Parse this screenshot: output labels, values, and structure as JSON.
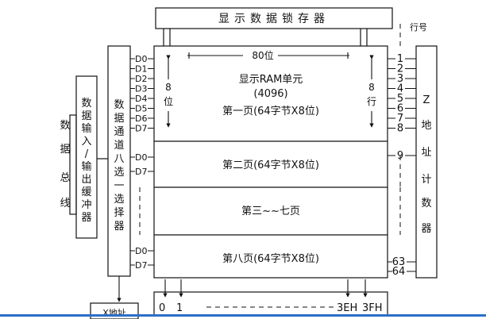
{
  "latch_title": "显示数据锁存器",
  "row_number_label": "行号",
  "data_bus_label": "数据总线",
  "io_buffer_label": "数据输入/输出缓冲器",
  "channel_selector_label": "数据通道八选一选择器",
  "z_counter_label": "Z地址计数器",
  "x_address_label": "X地址",
  "ram": {
    "width_label": "80位",
    "title_line1": "显示RAM单元",
    "title_line2": "(4096)",
    "left_bits_num": "8",
    "left_bits_unit": "位",
    "right_bits_num": "8",
    "right_bits_unit": "行",
    "page1": "第一页(64字节X8位)",
    "page2": "第二页(64字节X8位)",
    "page3_7": "第三~~七页",
    "page8": "第八页(64字节X8位)"
  },
  "data_lines_full": [
    "D0",
    "D1",
    "D2",
    "D3",
    "D4",
    "D5",
    "D6",
    "D7"
  ],
  "data_lines_p2": [
    "D0",
    "D7"
  ],
  "data_lines_p8": [
    "D0",
    "D7"
  ],
  "row_numbers": [
    "1",
    "2",
    "3",
    "4",
    "5",
    "6",
    "7",
    "8"
  ],
  "row_9": "9",
  "row_63": "63",
  "row_64": "64",
  "col_start_0": "0",
  "col_start_1": "1",
  "col_end_3eh": "3EH",
  "col_end_3fh": "3FH"
}
